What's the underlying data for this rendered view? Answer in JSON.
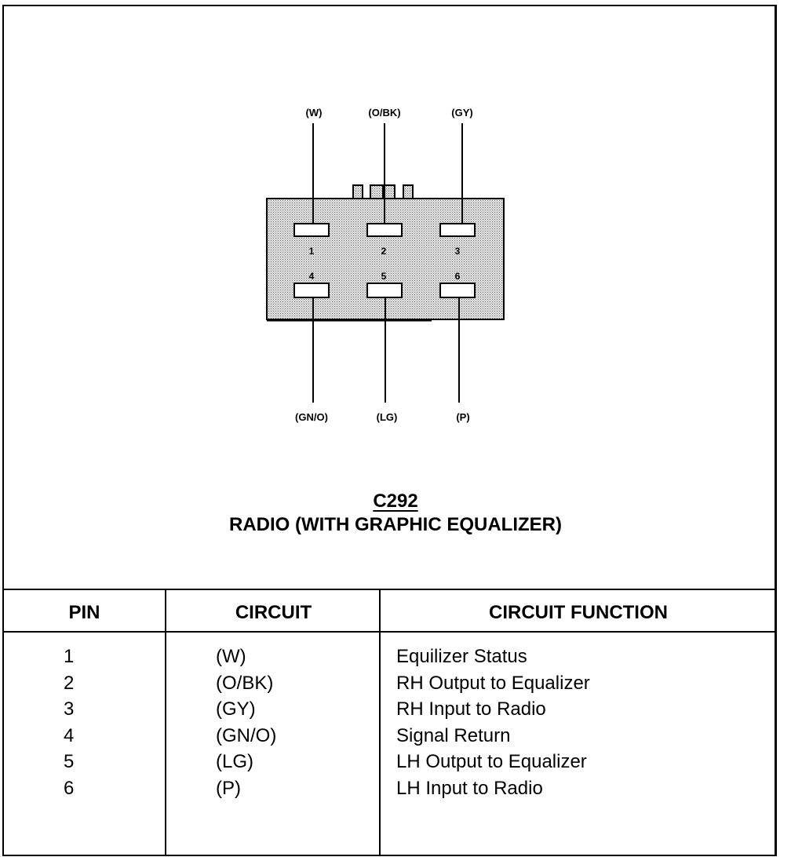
{
  "connector": {
    "id": "C292",
    "description": "RADIO (WITH GRAPHIC EQUALIZER)",
    "colors": {
      "body_fill": "#d8d8d8",
      "outline": "#000000"
    },
    "top_wires": [
      {
        "pin": "1",
        "label": "(W)"
      },
      {
        "pin": "2",
        "label": "(O/BK)"
      },
      {
        "pin": "3",
        "label": "(GY)"
      }
    ],
    "bottom_wires": [
      {
        "pin": "4",
        "label": "(GN/O)"
      },
      {
        "pin": "5",
        "label": "(LG)"
      },
      {
        "pin": "6",
        "label": "(P)"
      }
    ]
  },
  "table": {
    "headers": {
      "pin": "PIN",
      "circuit": "CIRCUIT",
      "function": "CIRCUIT FUNCTION"
    },
    "rows": [
      {
        "pin": "1",
        "circuit": "(W)",
        "function": "Equilizer Status"
      },
      {
        "pin": "2",
        "circuit": "(O/BK)",
        "function": "RH Output to Equalizer"
      },
      {
        "pin": "3",
        "circuit": "(GY)",
        "function": "RH Input to Radio"
      },
      {
        "pin": "4",
        "circuit": "(GN/O)",
        "function": "Signal Return"
      },
      {
        "pin": "5",
        "circuit": "(LG)",
        "function": "LH Output to Equalizer"
      },
      {
        "pin": "6",
        "circuit": "(P)",
        "function": "LH Input to Radio"
      }
    ]
  }
}
